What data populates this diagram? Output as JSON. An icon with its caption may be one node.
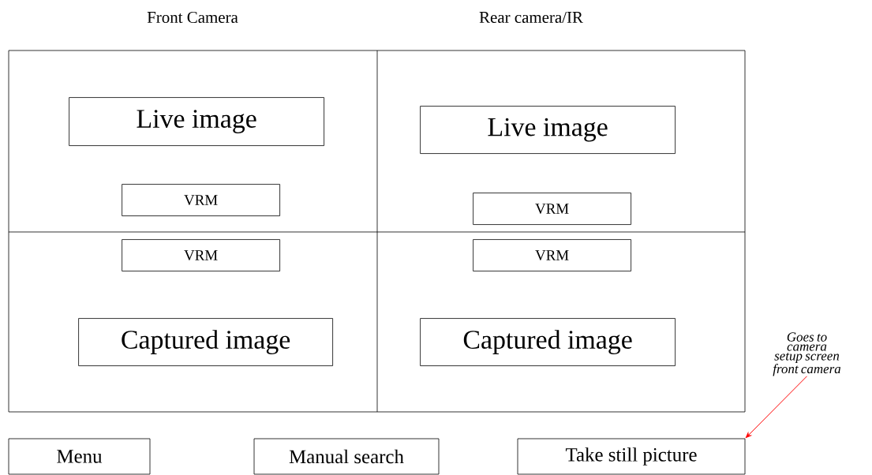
{
  "diagram": {
    "nodes": [
      {
        "text": [],
        "shape": "box"
      },
      {
        "text": [
          "Live image"
        ],
        "in": 0
      },
      {
        "text": [
          "Live image"
        ],
        "in": 0
      },
      {
        "text": [
          "VRM"
        ],
        "in": 0
      },
      {
        "text": [
          "VRM"
        ],
        "in": 0
      },
      {
        "text": [
          "VRM"
        ],
        "in": 0
      },
      {
        "text": [
          "VRM"
        ],
        "in": 0
      },
      {
        "text": [
          "Captured image"
        ],
        "in": 0
      },
      {
        "text": [
          "Captured image"
        ],
        "in": 0
      },
      {
        "text": [
          "Menu"
        ]
      },
      {
        "text": [
          "Manual search"
        ]
      },
      {
        "text": [
          "Take still picture"
        ]
      },
      {
        "text": [
          "Goes to camera setup screen front camera"
        ]
      }
    ],
    "edges": [
      {
        "from": 12,
        "to": 11,
        "arrow": "to",
        "color": "#ff0000"
      }
    ],
    "labels": [
      "Front Camera",
      "Rear camera/IR"
    ]
  }
}
